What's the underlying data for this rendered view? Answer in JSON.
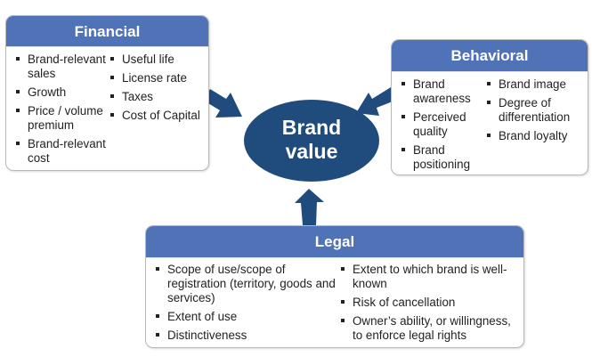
{
  "center": {
    "line1": "Brand",
    "line2": "value"
  },
  "colors": {
    "header": "#4f73b6",
    "ellipse": "#1f4c7d",
    "arrow": "#1f4c7d",
    "border": "#b9b9b9"
  },
  "financial": {
    "title": "Financial",
    "col1": [
      "Brand-relevant sales",
      "Growth",
      "Price / volume premium",
      "Brand-relevant cost"
    ],
    "col2": [
      "Useful life",
      "License rate",
      "Taxes",
      "Cost of Capital"
    ]
  },
  "behavioral": {
    "title": "Behavioral",
    "col1": [
      "Brand awareness",
      "Perceived quality",
      "Brand positioning"
    ],
    "col2": [
      "Brand image",
      "Degree of differentiation",
      "Brand loyalty"
    ]
  },
  "legal": {
    "title": "Legal",
    "col1": [
      "Scope of use/scope of registration (territory, goods and services)",
      "Extent of use",
      "Distinctiveness"
    ],
    "col2": [
      "Extent to which brand is well-known",
      "Risk of cancellation",
      "Owner’s ability, or willingness, to enforce legal rights"
    ]
  }
}
